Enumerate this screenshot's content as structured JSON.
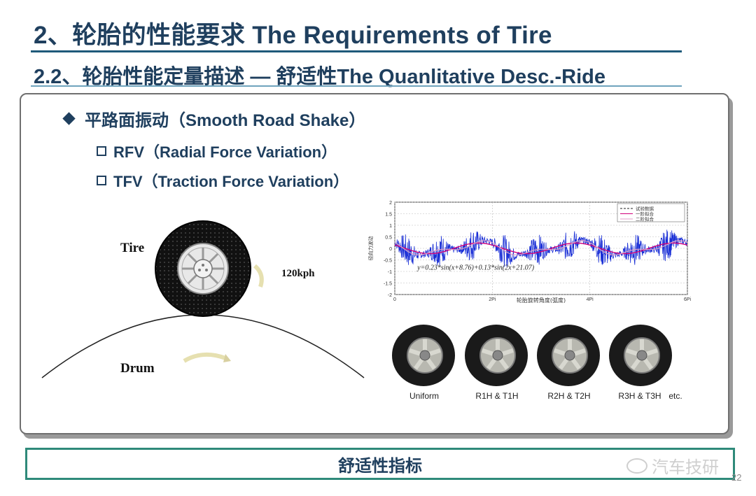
{
  "header": {
    "title": "2、轮胎的性能要求 The Requirements of Tire",
    "subtitle": "2.2、轮胎性能定量描述 — 舒适性The Quanlitative Desc.-Ride"
  },
  "content": {
    "main_bullet": "平路面振动（Smooth Road Shake）",
    "sub_bullets": [
      "RFV（Radial Force Variation）",
      "TFV（Traction Force Variation）"
    ]
  },
  "diagram": {
    "tire_label": "Tire",
    "speed_label": "120kph",
    "drum_label": "Drum"
  },
  "chart_data": {
    "type": "line",
    "y_ticks": [
      "2",
      "1.5",
      "1",
      "0.5",
      "0",
      "-0.5",
      "-1",
      "-1.5",
      "-2"
    ],
    "ylim": [
      -2,
      2
    ],
    "xlim": [
      0,
      18.85
    ],
    "x_ticks": [
      "0",
      "2Pi",
      "4Pi",
      "6Pi"
    ],
    "ylabel": "径向力波动",
    "xlabel": "轮胎旋转角度(弧度)",
    "legend": [
      "试验数据",
      "一阶拟合",
      "二阶拟合"
    ],
    "equation": "y=0.23*sin(x+8.76)+0.13*sin(2x+21.07)",
    "series": [
      {
        "name": "试验数据",
        "color": "#1a2fd6",
        "description": "noisy measured signal"
      },
      {
        "name": "一阶拟合",
        "color": "#d1007a",
        "amplitude": 0.23,
        "phase": 8.76,
        "harmonic": 1
      },
      {
        "name": "二阶拟合",
        "color": "#e0a0c8",
        "amplitude": 0.13,
        "phase": 21.07,
        "harmonic": 2
      }
    ]
  },
  "wheels": {
    "labels": [
      "Uniform",
      "R1H & T1H",
      "R2H & T2H",
      "R3H & T3H"
    ],
    "etc_label": "etc."
  },
  "footer": {
    "label": "舒适性指标",
    "watermark": "汽车技研",
    "page_number": "22"
  }
}
